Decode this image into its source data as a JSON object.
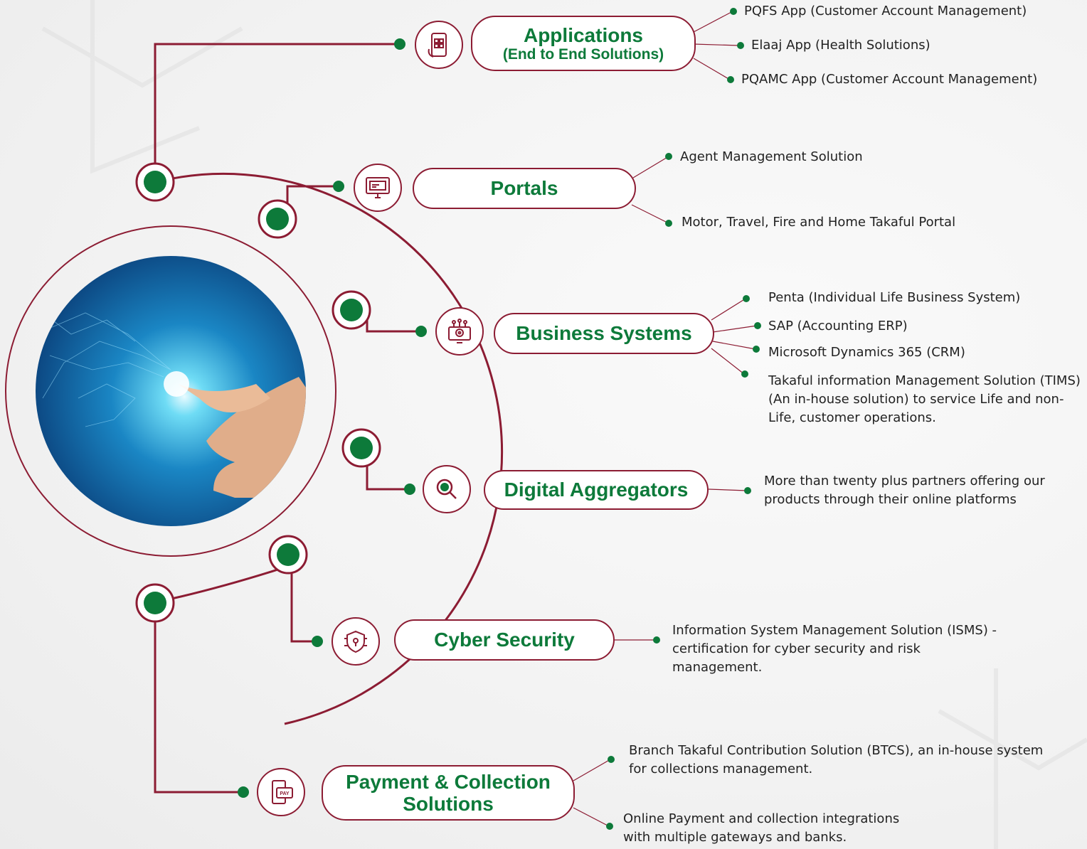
{
  "categories": [
    {
      "key": "applications",
      "title": "Applications",
      "subtitle": "(End to End Solutions)",
      "icon": "mobile-app-icon",
      "items": [
        "PQFS App (Customer Account Management)",
        "Elaaj App (Health Solutions)",
        "PQAMC App (Customer Account Management)"
      ]
    },
    {
      "key": "portals",
      "title": "Portals",
      "icon": "web-portal-icon",
      "items": [
        "Agent Management Solution",
        "Motor, Travel, Fire and Home Takaful Portal"
      ]
    },
    {
      "key": "business",
      "title": "Business Systems",
      "icon": "gear-monitor-icon",
      "items": [
        "Penta (Individual Life Business System)",
        "SAP (Accounting ERP)",
        "Microsoft Dynamics 365 (CRM)",
        "Takaful information Management Solution (TIMS) (An in-house solution) to service Life and non-Life, customer operations."
      ]
    },
    {
      "key": "aggregators",
      "title": "Digital Aggregators",
      "icon": "magnifier-icon",
      "items": [
        "More than twenty plus partners offering our products through their online platforms"
      ]
    },
    {
      "key": "cyber",
      "title": "Cyber Security",
      "icon": "shield-circuit-icon",
      "items": [
        "Information System Management Solution (ISMS) - certification for cyber security and risk management."
      ]
    },
    {
      "key": "payment",
      "title": "Payment & Collection Solutions",
      "icon": "pay-card-icon",
      "pay_text": "PAY",
      "items": [
        "Branch Takaful Contribution Solution (BTCS), an in-house system for collections management.",
        "Online Payment and collection integrations with multiple gateways and banks."
      ]
    }
  ],
  "colors": {
    "maroon": "#8c1c33",
    "green": "#0d7a3a",
    "text": "#222222"
  }
}
